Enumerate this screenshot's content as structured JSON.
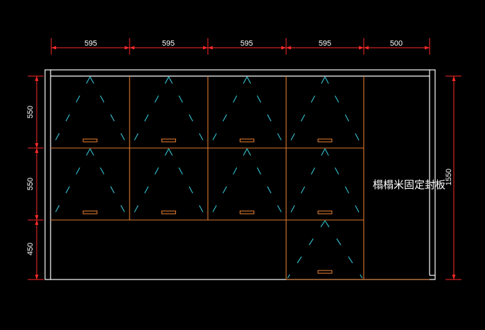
{
  "colors": {
    "background": "#000000",
    "frame": "#ffffff",
    "cabinet_lines": "#e07a2e",
    "dimension_lines": "#ff2a2a",
    "dimension_text": "#ffffff",
    "door_swing_hint": "#35c6d6",
    "handle": "#e07a2e"
  },
  "dimensions": {
    "top": [
      "595",
      "595",
      "595",
      "595",
      "500"
    ],
    "left": [
      "550",
      "550",
      "450"
    ],
    "right": "1550"
  },
  "labels": {
    "fixed_panel": "榻榻米固定封板"
  }
}
